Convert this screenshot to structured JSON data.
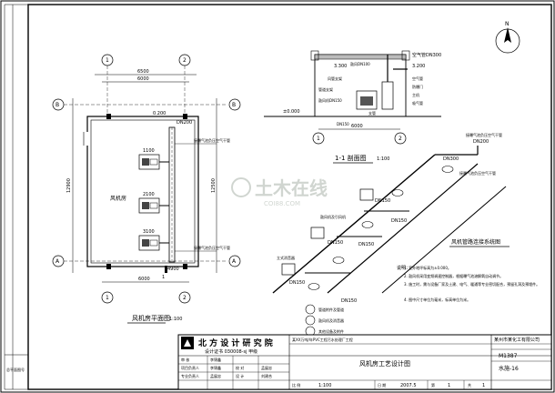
{
  "margin_note": "总平面图号",
  "plan": {
    "title": "风机房平面图",
    "scale": "1:100",
    "axes": {
      "a1": "1",
      "a2": "2",
      "ra": "A",
      "rb": "B"
    },
    "dims": {
      "width_total": "6500",
      "width_inner": "6000",
      "height_total": "12900",
      "height_inner": "12500",
      "offset_top": "0.200"
    },
    "pipe_dn": "DN200",
    "blower_sizes": [
      "1100",
      "2100",
      "3100"
    ],
    "label_blower_room": "风机房",
    "label_pipe_right": "接曝气池负压空气干管",
    "label_pipe_bottom": "接曝气池负压空气干管",
    "bottom_dim": "4900",
    "section_mark": "1"
  },
  "section": {
    "title": "1-1 剖面图",
    "scale": "1:100",
    "elev_top": "3.300",
    "elev_mid": "3.200",
    "elev_ground": "±0.000",
    "labels": [
      "空气管DN300",
      "鼓风DN100",
      "风管支架",
      "空气管",
      "防爆门",
      "主机",
      "管道支架",
      "鼓风机DN150",
      "支管",
      "吸气管",
      "DN150"
    ],
    "axis_left": "1",
    "axis_right": "2",
    "dim_bottom": "6000"
  },
  "system": {
    "title": "风机管路连接系统图",
    "dn_labels": [
      "DN200",
      "DN300",
      "DN150",
      "DN150",
      "DN150",
      "DN150",
      "DN150",
      "DN150"
    ],
    "label_top_right": "接曝气池负压空气干管",
    "label_mid_right": "接曝气池负压空气干管",
    "label_left1": "鼓风机及引风机",
    "label_left2": "立式消音器",
    "label_bottom1": "管道附件及管道",
    "label_bottom2": "鼓风机及消音器",
    "label_bottom3": "其他设备及附件"
  },
  "north": {
    "label": "N"
  },
  "notes": {
    "heading": "说明：",
    "items": [
      "1. 室外地坪标高为±0.000。",
      "2. 鼓风机采用变频调速控制器，根据曝气池溶解氧自动调节。",
      "3. 施工时，需与设备厂家及土建、电气、暖通等专业密切配合，预留孔洞及预埋件。",
      "4. 图中尺寸单位为毫米，标高单位为米。"
    ]
  },
  "watermark": {
    "cn": "土木在线",
    "en": "COI88.COM"
  },
  "title_block": {
    "institute": "北 方 设 计 研 究 院",
    "cert": "设计证书 030008-sj  甲级",
    "project": "某XX万吨/年PVC工程污水处理厂工程",
    "owner": "某州市某化工有限公司",
    "drawing_no": "M1387",
    "sheet_no": "水施-16",
    "drawing_title": "风机房工艺设计图",
    "scale_label": "比 例",
    "scale_value": "1:100",
    "date_label": "日 期",
    "date_value": "2007.5",
    "page_label": "第",
    "page_value": "1",
    "total_label": "共",
    "total_value": "1",
    "rows": [
      {
        "role": "审 核",
        "name": "李锦鑫"
      },
      {
        "role": "项目负责人",
        "name": "李锦鑫"
      },
      {
        "role": "专业负责人",
        "name": "孟展忠"
      },
      {
        "role": "校 对",
        "name": "孟展忠"
      }
    ],
    "design_label": "设 计",
    "design_name": "刘建合"
  }
}
